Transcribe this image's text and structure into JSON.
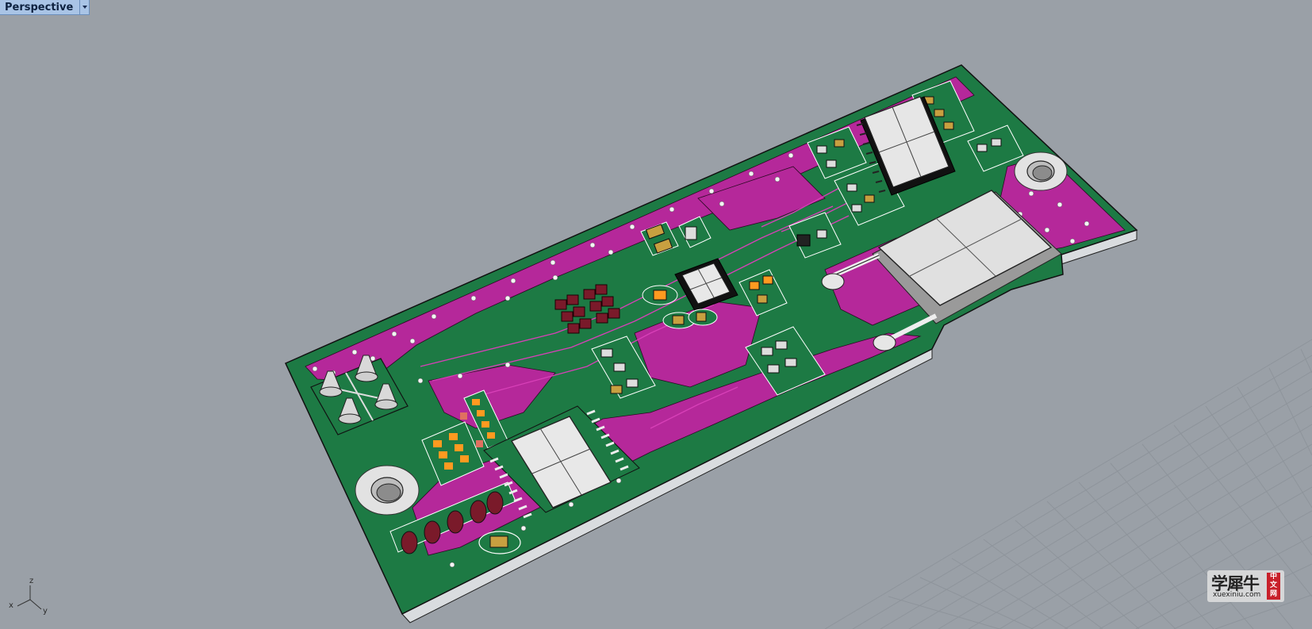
{
  "viewport": {
    "title": "Perspective",
    "menu_icon": "triangle-down-icon",
    "background": "#9aa0a7"
  },
  "axes": {
    "x": "x",
    "y": "y",
    "z": "z"
  },
  "board": {
    "solder_mask": "#1d7a44",
    "copper_fill": "#b5289a",
    "substrate_edge": "#cfd2d4",
    "pad_color": "#ff9a20",
    "component_body": "#e8e8e8"
  },
  "watermark": {
    "cn_text": "学犀牛",
    "url_text": "xuexiniu.com",
    "seal_text": "中文网",
    "seal_color": "#c8202a"
  }
}
